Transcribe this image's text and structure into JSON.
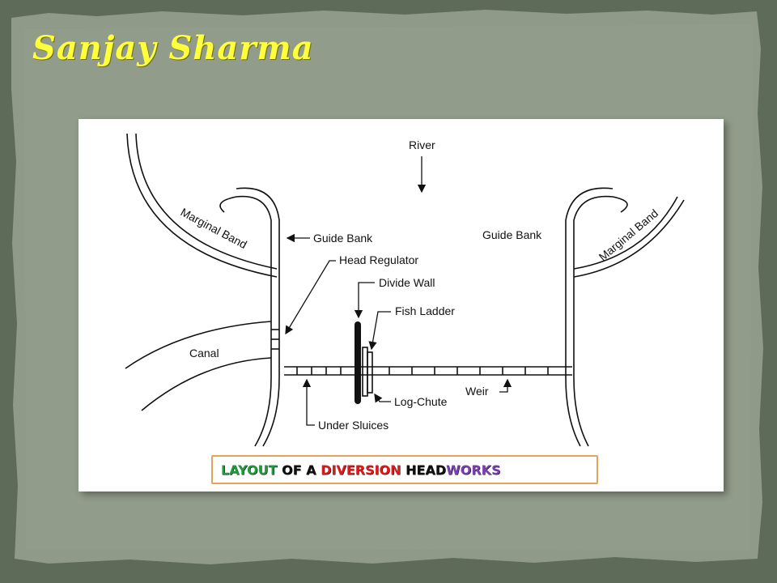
{
  "slide": {
    "author": "Sanjay Sharma",
    "colors": {
      "background": "#5f6b59",
      "frame": "#8f9a88",
      "author": "#ffff3c"
    }
  },
  "diagram": {
    "labels": {
      "river": "River",
      "guide_bank_left": "Guide Bank",
      "guide_bank_right": "Guide Bank",
      "marginal_band_left": "Marginal Band",
      "marginal_band_right": "Marginal Band",
      "head_regulator": "Head Regulator",
      "divide_wall": "Divide Wall",
      "fish_ladder": "Fish Ladder",
      "canal": "Canal",
      "log_chute": "Log-Chute",
      "weir": "Weir",
      "under_sluices": "Under Sluices"
    }
  },
  "caption": {
    "parts": [
      {
        "text": "LAYOUT",
        "color": "green"
      },
      {
        "text": " OF A ",
        "color": "black"
      },
      {
        "text": "DIVERSION",
        "color": "red"
      },
      {
        "text": " HEAD",
        "color": "black"
      },
      {
        "text": "WORKS",
        "color": "purple"
      }
    ],
    "border_color": "#e4a35a"
  }
}
